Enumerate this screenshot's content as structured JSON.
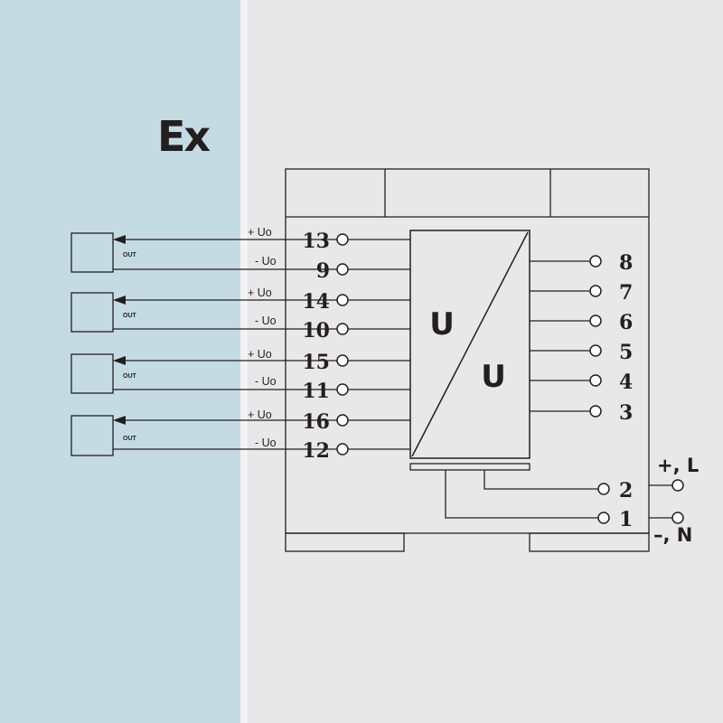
{
  "zone_label": "Ex",
  "converter": {
    "input_symbol": "U",
    "output_symbol": "U"
  },
  "field_devices": [
    {
      "out_label": "OUT",
      "plus_label": "+ Uo",
      "minus_label": "- Uo"
    },
    {
      "out_label": "OUT",
      "plus_label": "+ Uo",
      "minus_label": "- Uo"
    },
    {
      "out_label": "OUT",
      "plus_label": "+ Uo",
      "minus_label": "- Uo"
    },
    {
      "out_label": "OUT",
      "plus_label": "+ Uo",
      "minus_label": "- Uo"
    }
  ],
  "input_terminals": [
    "13",
    "9",
    "14",
    "10",
    "15",
    "11",
    "16",
    "12"
  ],
  "output_terminals": [
    "8",
    "7",
    "6",
    "5",
    "4",
    "3"
  ],
  "power_terminals": [
    "2",
    "1"
  ],
  "supply_labels": {
    "positive": "+, L",
    "negative": "–, N"
  }
}
